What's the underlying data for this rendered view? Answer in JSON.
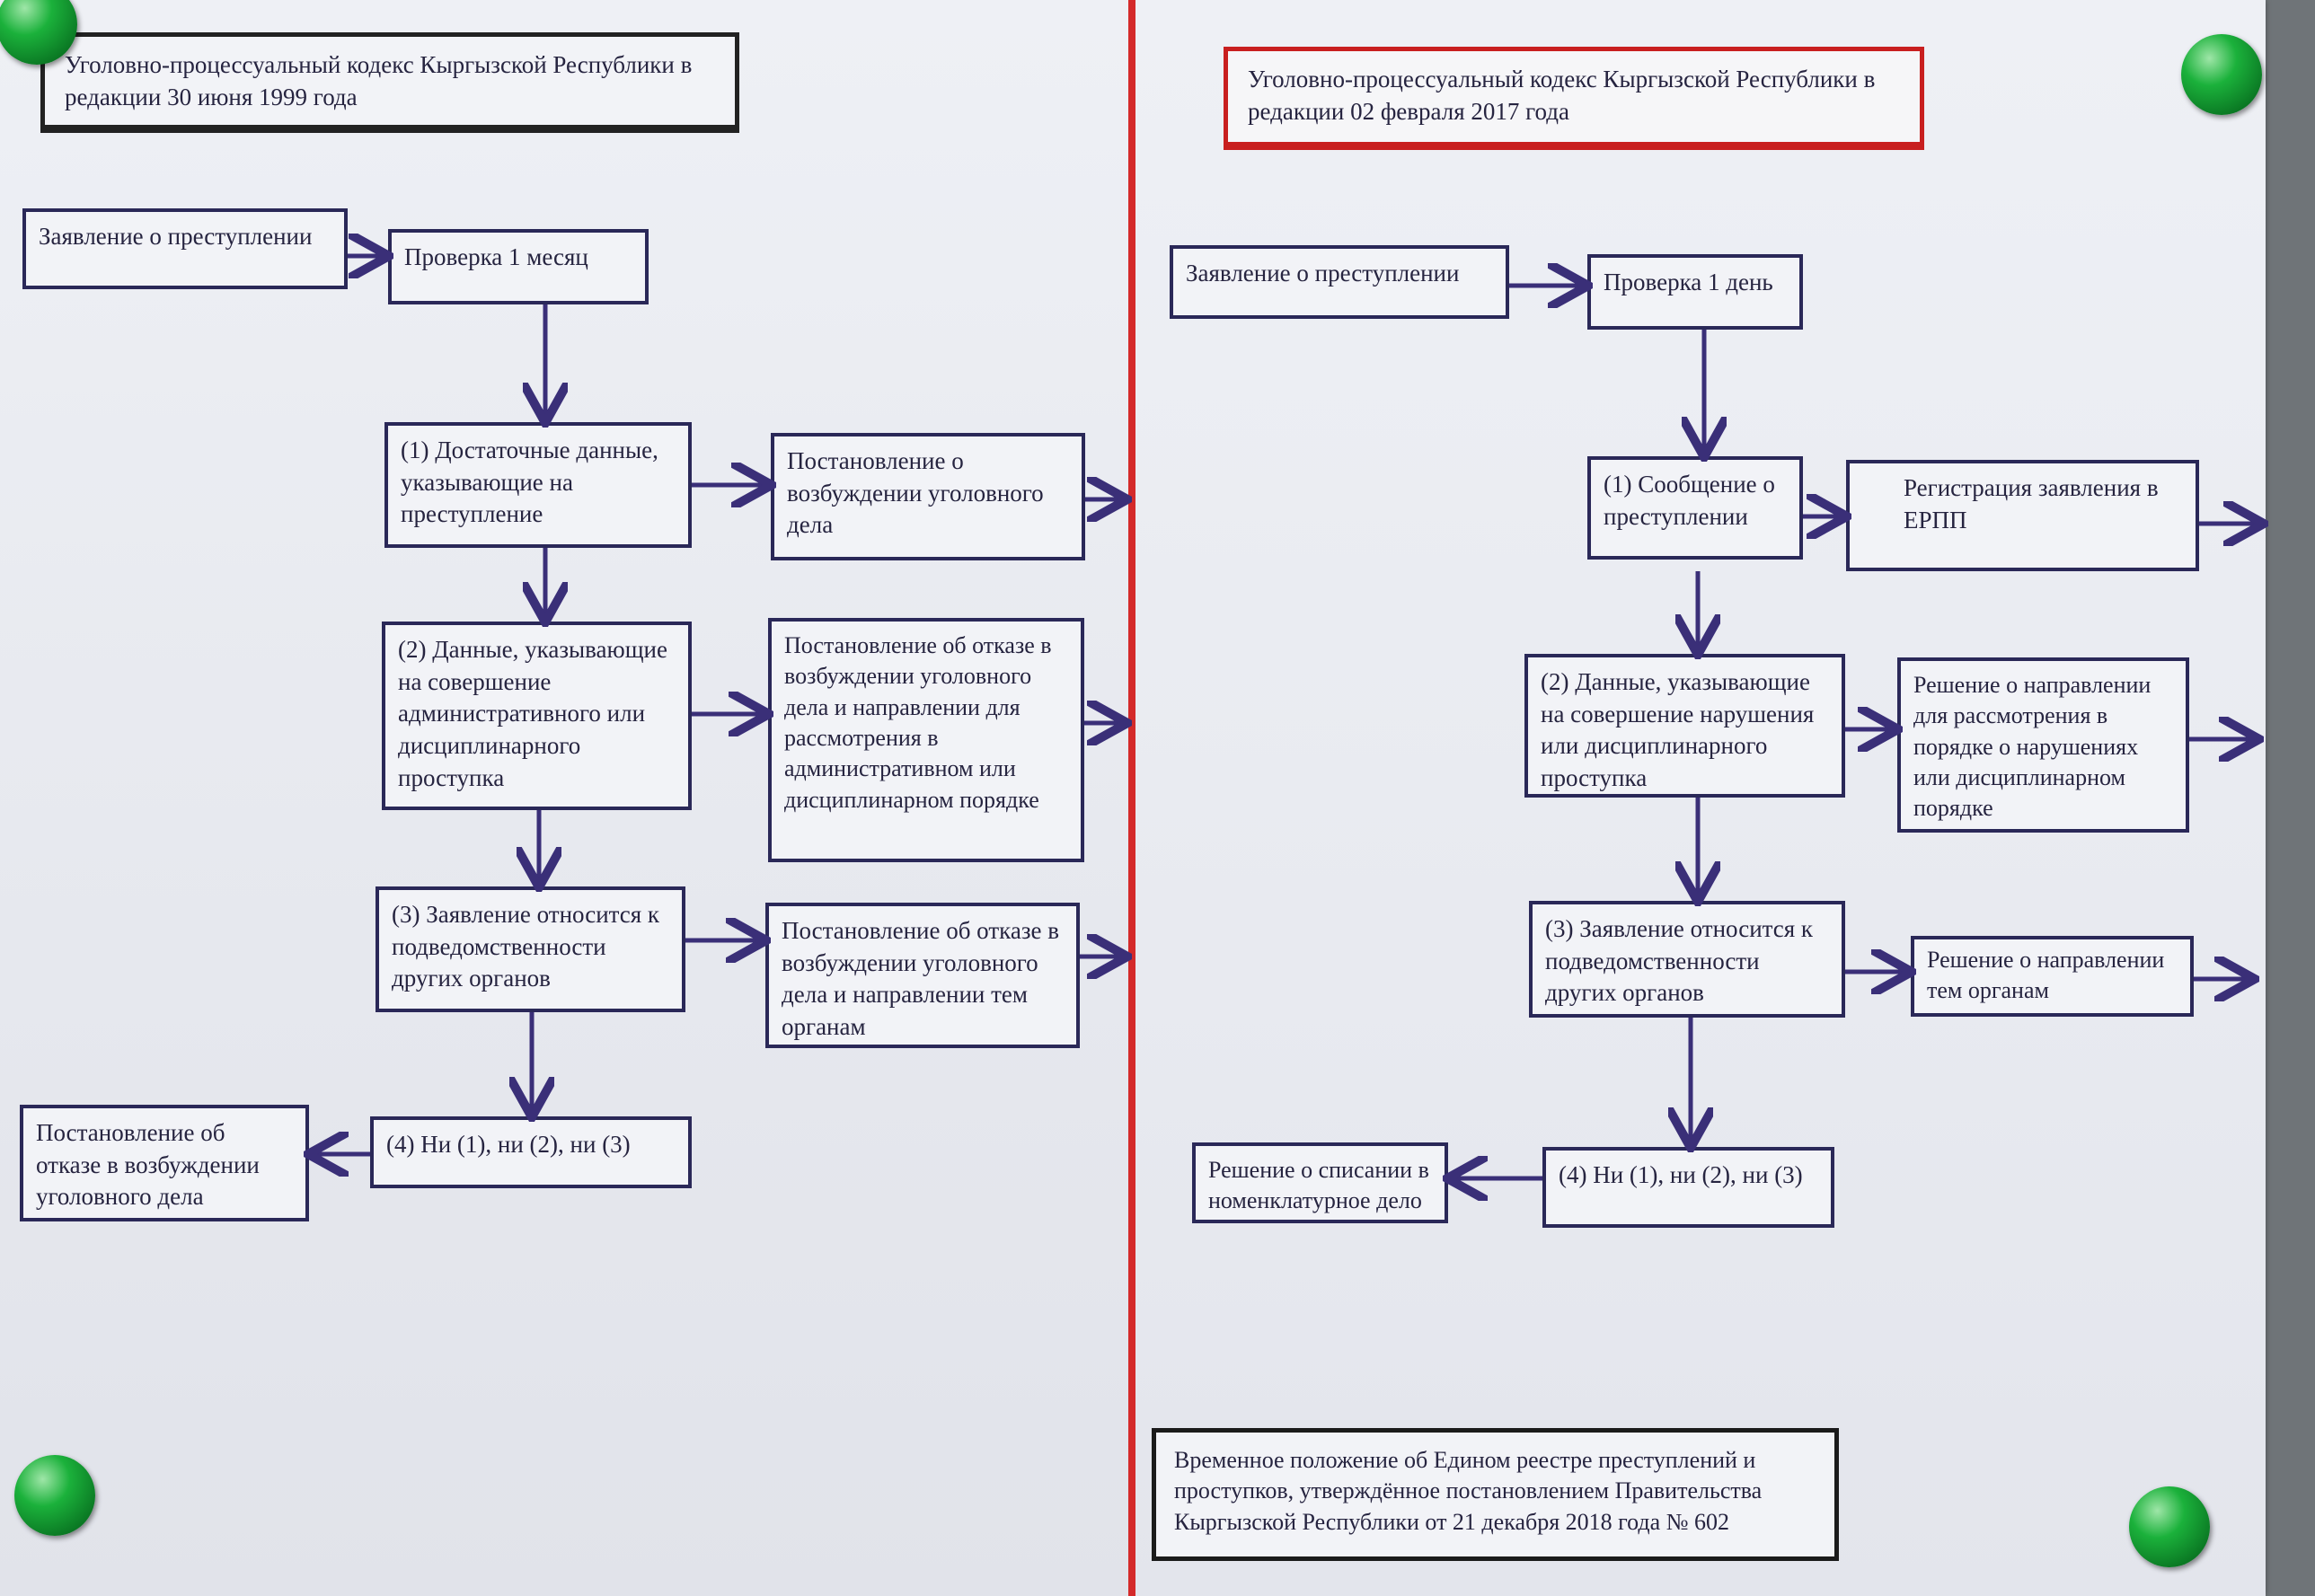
{
  "left": {
    "header": "Уголовно-процессуальный кодекс Кыргызской Республики в редакции 30 июня 1999 года",
    "statement": "Заявление о преступлении",
    "check": "Проверка 1 месяц",
    "cond1": "(1) Достаточные данные, указывающие на преступление",
    "cond2": "(2) Данные, указывающие на совершение административного или дисциплинарного проступка",
    "cond3": "(3) Заявление относится к подведомственности других органов",
    "cond4": "(4) Ни (1), ни (2), ни (3)",
    "res1": "Постановление о возбуждении уголовного дела",
    "res2": "Постановление об отказе в возбуждении уголовного дела и направлении для рассмотрения в административном или дисциплинарном порядке",
    "res3": "Постановление об отказе в возбуждении уголовного дела и направлении тем органам",
    "res4": "Постановление об отказе в возбуждении уголовного дела"
  },
  "right": {
    "header": "Уголовно-процессуальный кодекс Кыргызской Республики в редакции 02 февраля 2017 года",
    "statement": "Заявление о преступлении",
    "check": "Проверка 1 день",
    "cond1": "(1) Сообщение о преступлении",
    "cond2": "(2) Данные, указывающие на совершение нарушения или дисциплинарного проступка",
    "cond3": "(3) Заявление относится к подведомственности других органов",
    "cond4": "(4) Ни (1), ни (2), ни (3)",
    "res1": "Регистрация заявления в ЕРПП",
    "res2": "Решение о направлении для рассмотрения в порядке о нарушениях или дисциплинарном порядке",
    "res3": "Решение о направлении тем органам",
    "res4": "Решение о списании в номенклатурное дело",
    "legal": "Временное положение об Едином реестре преступлений и проступков, утверждённое постановлением Правительства Кыргызской Республики от 21 декабря 2018 года № 602"
  },
  "colors": {
    "arrow": "#3a2f78",
    "divider": "#d42a2a",
    "pin": "#1bb13b"
  }
}
